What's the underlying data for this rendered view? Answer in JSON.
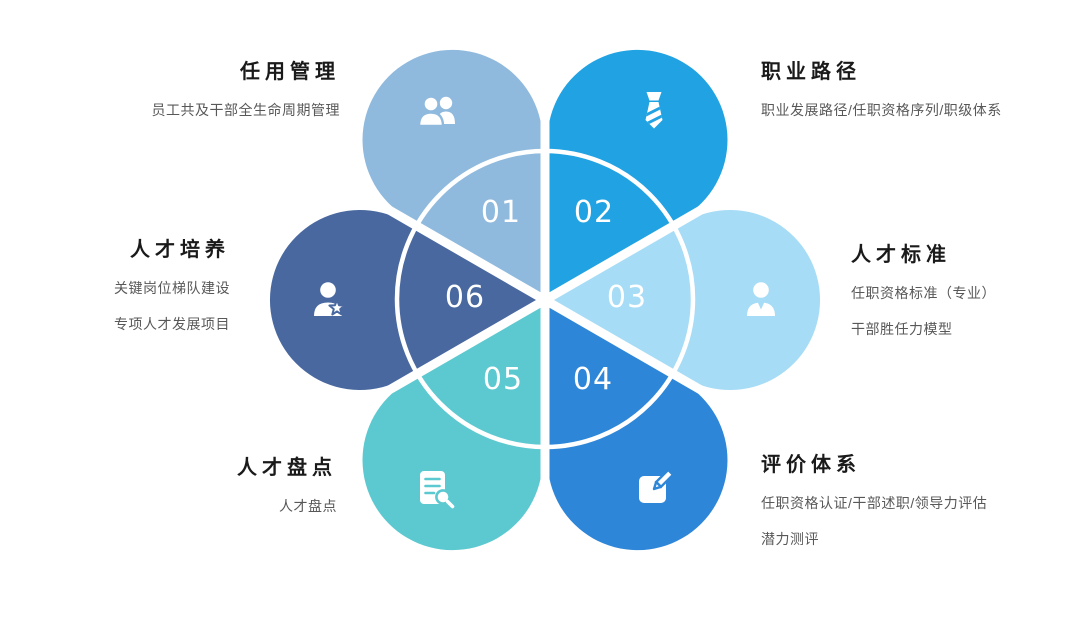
{
  "page": {
    "background": "#ffffff"
  },
  "diagram": {
    "type": "flower-petal-diagram",
    "ring_color": "#ffffff",
    "number_text_color": "#ffffff",
    "title_color": "#1a1a1a",
    "desc_color": "#585858",
    "petals": [
      {
        "number": "01",
        "position": "top-left",
        "color": "#8FBADE",
        "icon": "people-icon",
        "title": "任用管理",
        "desc": [
          "员工共及干部全生命周期管理"
        ]
      },
      {
        "number": "02",
        "position": "top-right",
        "color": "#21A2E2",
        "icon": "tie-icon",
        "title": "职业路径",
        "desc": [
          "职业发展路径/任职资格序列/职级体系"
        ]
      },
      {
        "number": "03",
        "position": "right",
        "color": "#A7DCF6",
        "icon": "person-icon",
        "title": "人才标准",
        "desc": [
          "任职资格标准（专业）",
          "干部胜任力模型"
        ]
      },
      {
        "number": "04",
        "position": "bottom-right",
        "color": "#2E86D8",
        "icon": "edit-icon",
        "title": "评价体系",
        "desc": [
          "任职资格认证/干部述职/领导力评估",
          "潜力测评"
        ]
      },
      {
        "number": "05",
        "position": "bottom-left",
        "color": "#5CC9D0",
        "icon": "report-search-icon",
        "title": "人才盘点",
        "desc": [
          "人才盘点"
        ]
      },
      {
        "number": "06",
        "position": "left",
        "color": "#49689F",
        "icon": "person-star-icon",
        "title": "人才培养",
        "desc": [
          "关键岗位梯队建设",
          "专项人才发展项目"
        ]
      }
    ]
  }
}
